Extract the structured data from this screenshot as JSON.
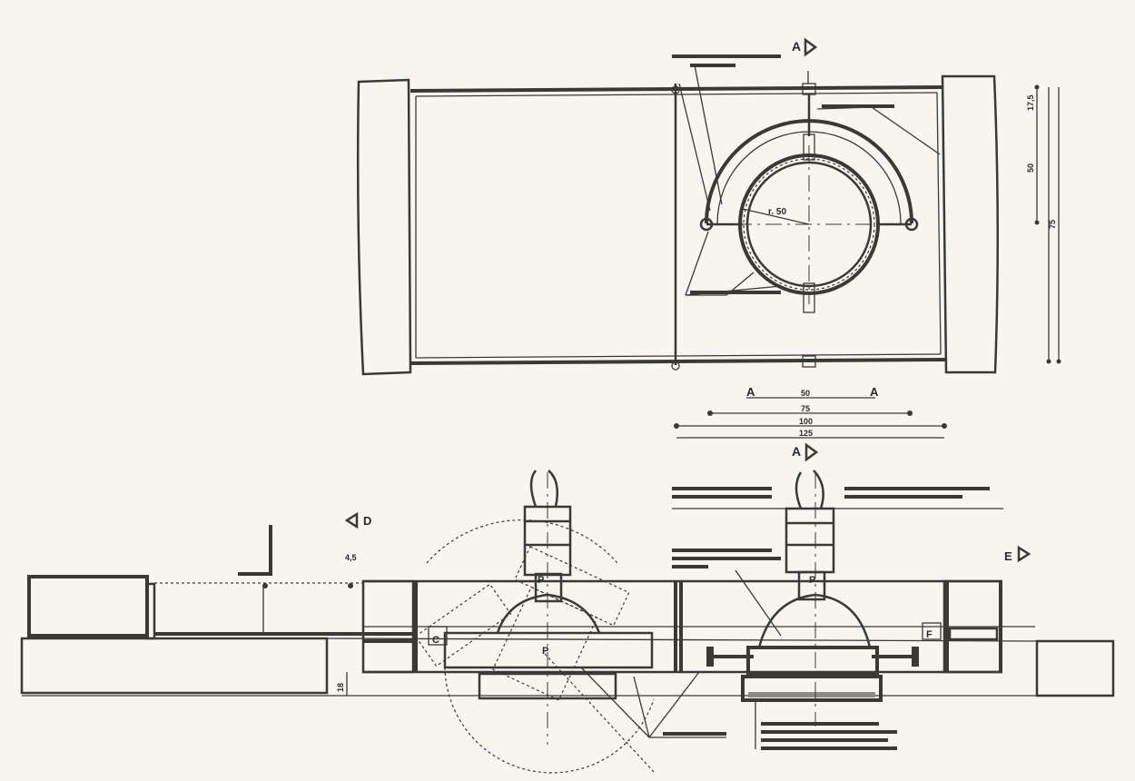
{
  "colors": {
    "ink": "#3a3934",
    "paper": "#f7f5ef",
    "ground": "#d8d4c8"
  },
  "top_view": {
    "section_marker": "A",
    "circle_label": "r. 50",
    "dimension_labels": [
      "50",
      "75",
      "100",
      "125"
    ],
    "vertical_dims": [
      "17,5",
      "50",
      "75"
    ]
  },
  "section_view": {
    "marker_d": "D",
    "marker_e": "E",
    "marker_c": "C",
    "marker_f": "F",
    "dim_small": "4,5",
    "dim_side": "18"
  }
}
